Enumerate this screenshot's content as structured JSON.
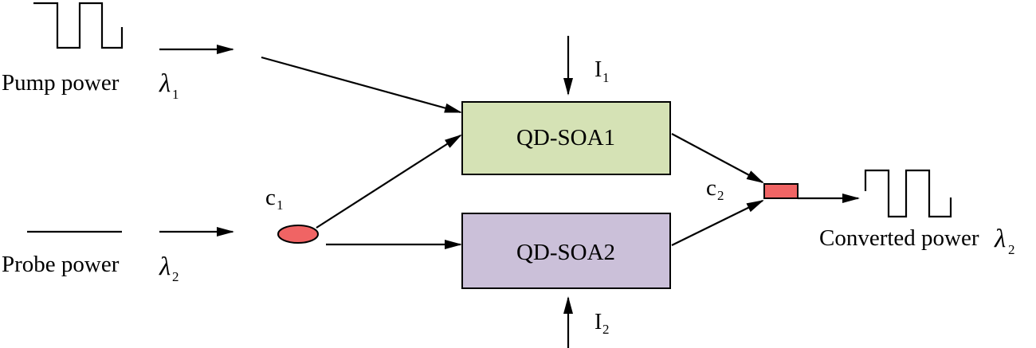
{
  "diagram": {
    "inputs": {
      "pump": {
        "label": "Pump power",
        "lambda": "λ",
        "lambda_sub": "1"
      },
      "probe": {
        "label": "Probe power",
        "lambda": "λ",
        "lambda_sub": "2"
      }
    },
    "couplers": {
      "c1": {
        "letter": "c",
        "sub": "1",
        "color": "#f06464"
      },
      "c2": {
        "letter": "c",
        "sub": "2",
        "color": "#f06464"
      }
    },
    "amplifiers": {
      "soa1": {
        "label": "QD-SOA1",
        "color": "#d5e2b5",
        "current": "I",
        "current_sub": "1"
      },
      "soa2": {
        "label": "QD-SOA2",
        "color": "#cbc0d9",
        "current": "I",
        "current_sub": "2"
      }
    },
    "output": {
      "label": "Converted power",
      "lambda": "λ",
      "lambda_sub": "2"
    }
  }
}
